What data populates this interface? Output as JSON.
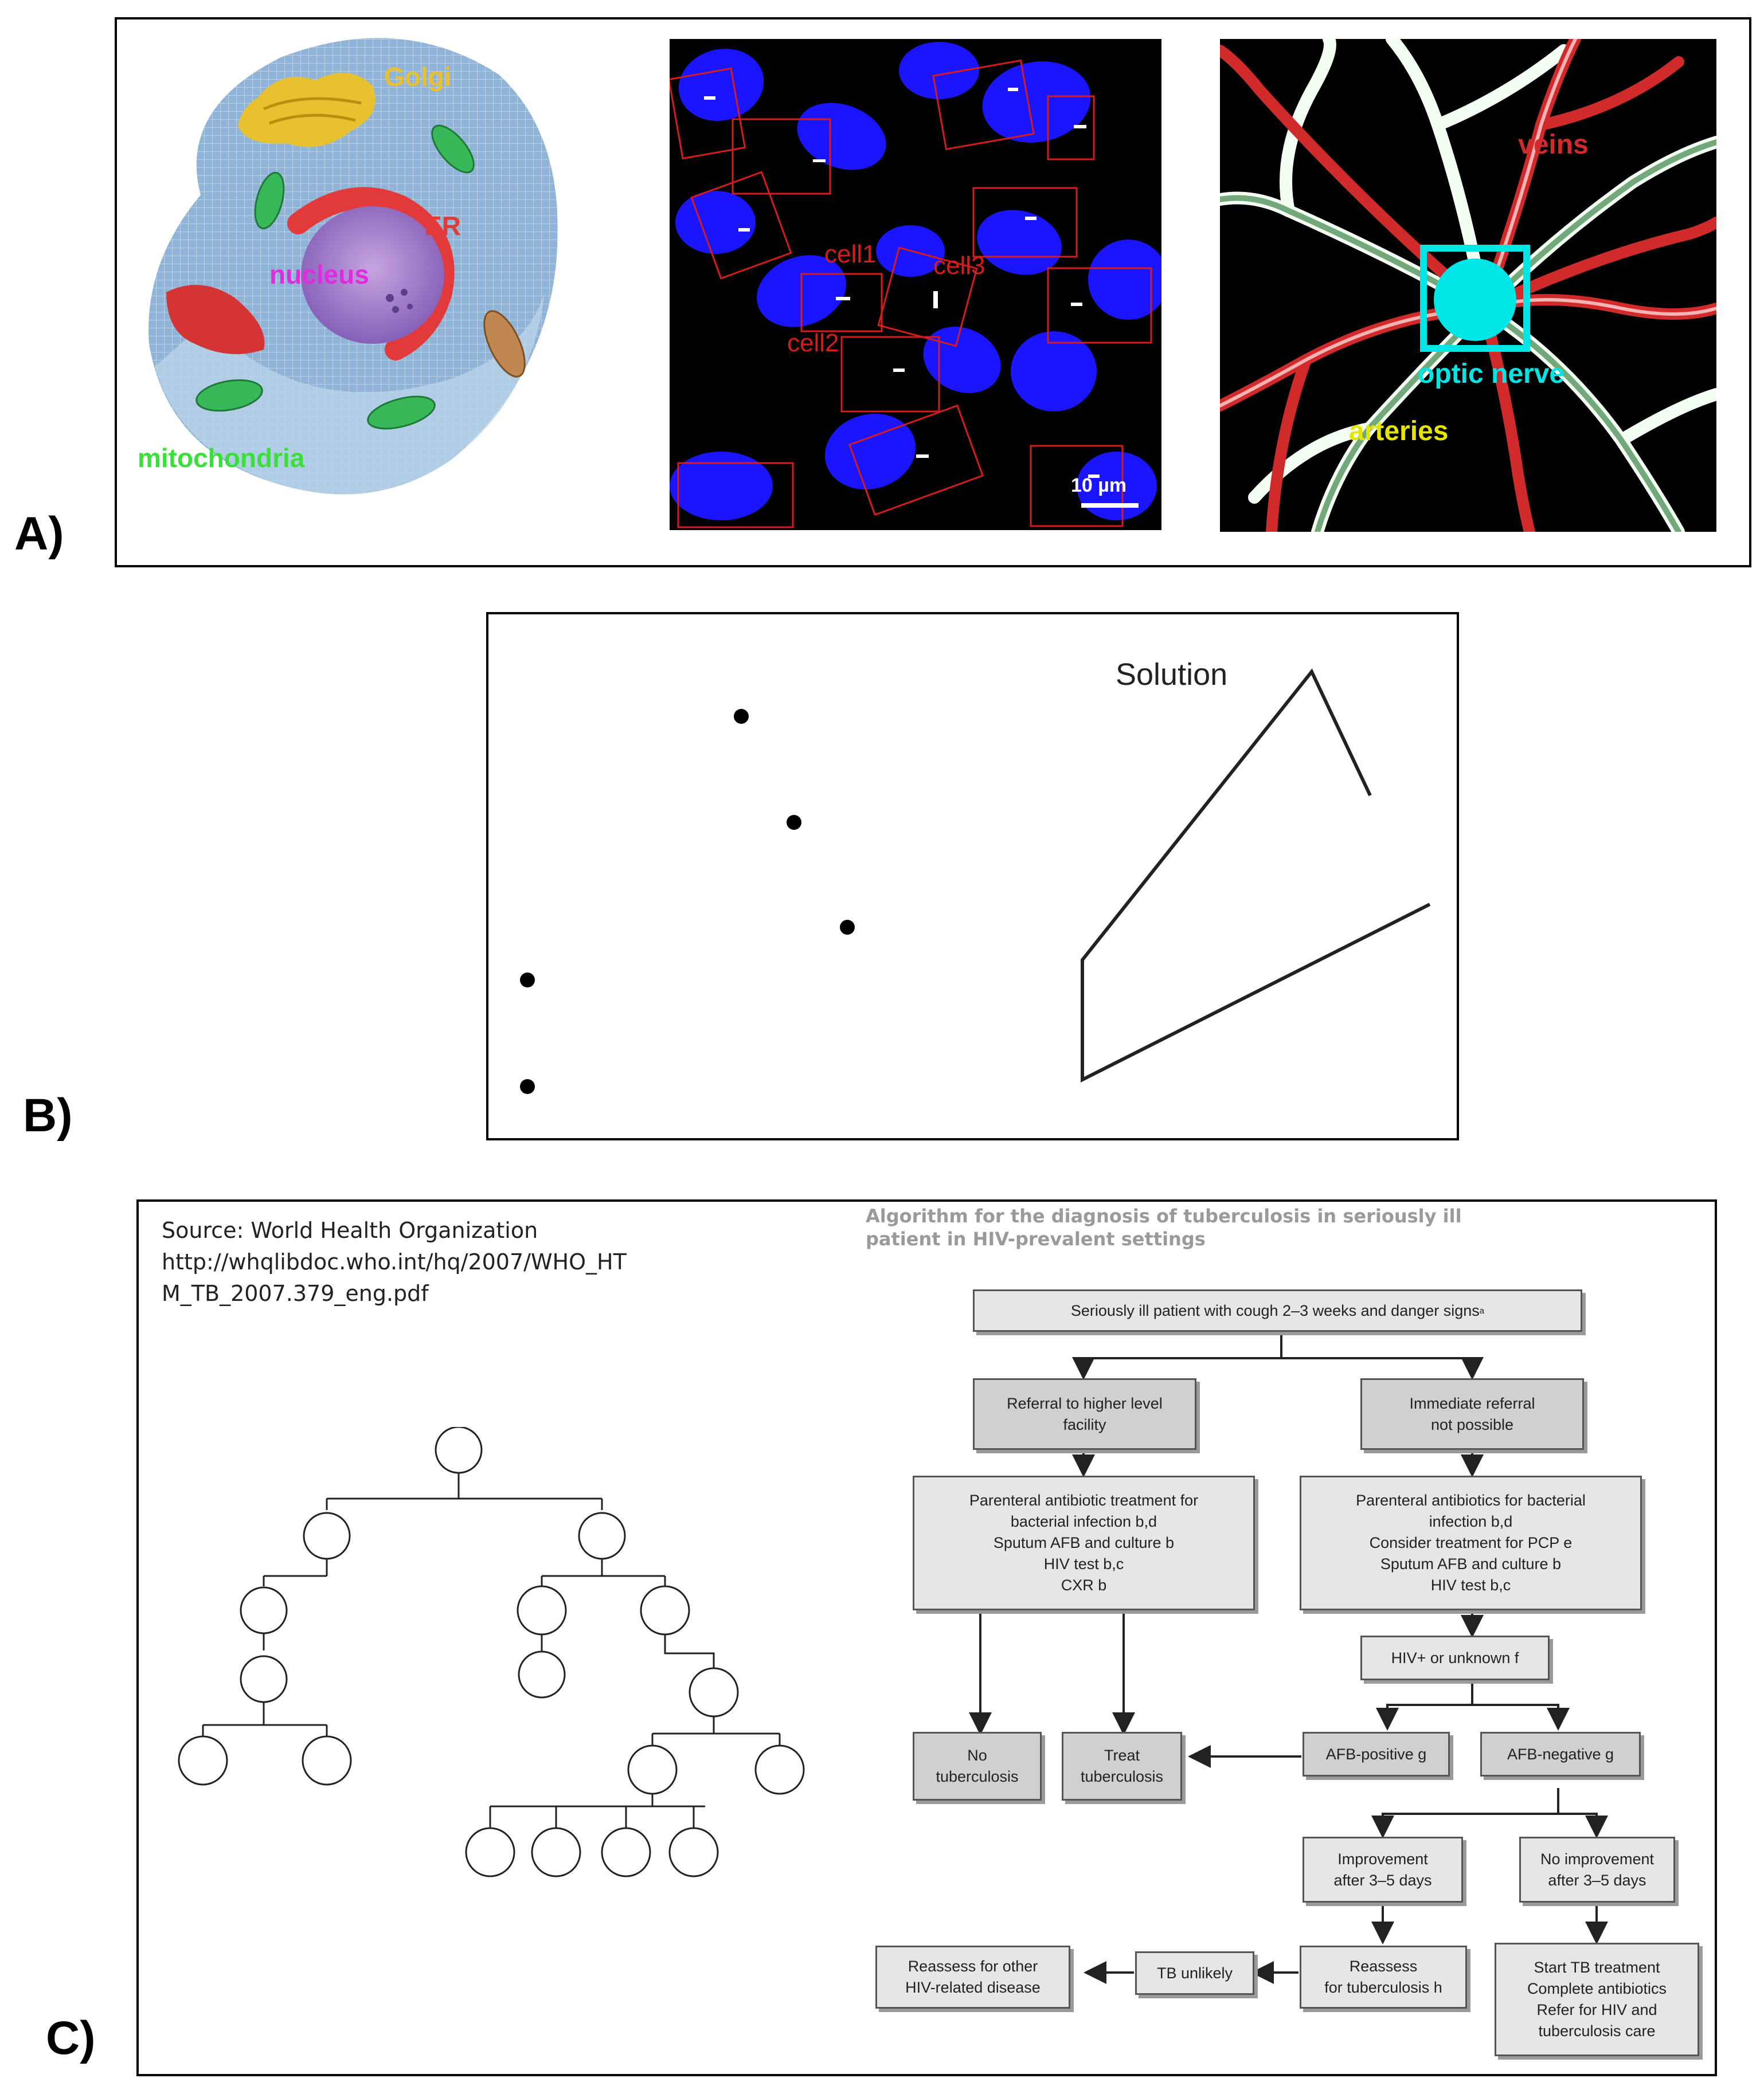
{
  "panels": {
    "a": {
      "letter": "A)"
    },
    "b": {
      "letter": "B)"
    },
    "c": {
      "letter": "C)"
    }
  },
  "cell_image": {
    "labels": {
      "golgi": "Golgi",
      "er": "ER",
      "nucleus": "nucleus",
      "mitochondria": "mitochondria"
    },
    "colors": {
      "golgi": "#e8c130",
      "er": "#e23a3a",
      "nucleus": "#e02ce0",
      "mitochondria": "#39e039"
    }
  },
  "microscopy_image": {
    "labels": {
      "cell1": "cell1",
      "cell2": "cell2",
      "cell3": "cell3",
      "scale": "10 µm"
    },
    "colors": {
      "nuclei": "#1a14ff",
      "boxes": "#d41c1c"
    }
  },
  "retina_image": {
    "labels": {
      "veins": "veins",
      "optic_nerve": "optic nerve",
      "arteries": "arteries"
    },
    "colors": {
      "veins": "#d12a2a",
      "optic_nerve": "#00e5e5",
      "arteries": "#e5e500"
    }
  },
  "panel_b": {
    "solution_label": "Solution"
  },
  "panel_c": {
    "source_line1": "Source: World Health Organization",
    "source_line2": "http://whqlibdoc.who.int/hq/2007/WHO_HT",
    "source_line3": "M_TB_2007.379_eng.pdf",
    "flowchart": {
      "title_line1": "Algorithm for the diagnosis of tuberculosis in seriously ill",
      "title_line2": "patient in HIV-prevalent settings",
      "start": "Seriously ill patient with cough 2–3 weeks and danger signs",
      "start_sup": "a",
      "referral": "Referral to higher level\nfacility",
      "immediate": "Immediate referral\nnot possible",
      "parenteral_left": "Parenteral antibiotic treatment for\nbacterial infection b,d\nSputum AFB and culture b\nHIV test b,c\nCXR b",
      "parenteral_right": "Parenteral antibiotics for bacterial\ninfection b,d\nConsider treatment for PCP e\nSputum AFB and culture b\nHIV test b,c",
      "hiv": "HIV+ or unknown f",
      "no_tb": "No\ntuberculosis",
      "treat_tb": "Treat\ntuberculosis",
      "afb_pos": "AFB-positive g",
      "afb_neg": "AFB-negative g",
      "improvement": "Improvement\nafter 3–5 days",
      "no_improvement": "No improvement\nafter 3–5 days",
      "reassess_other": "Reassess for other\nHIV-related disease",
      "tb_unlikely": "TB unlikely",
      "reassess_tb": "Reassess\nfor tuberculosis h",
      "start_tb": "Start TB treatment\nComplete antibiotics\nRefer for HIV and\ntuberculosis care"
    }
  }
}
